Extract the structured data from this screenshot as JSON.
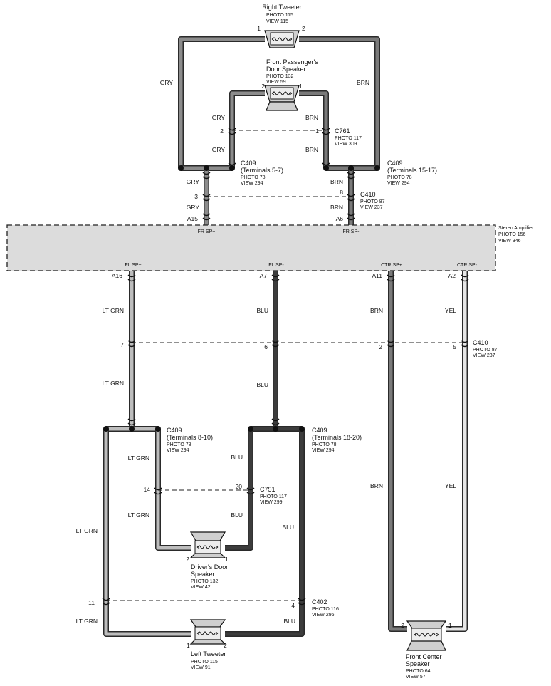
{
  "amplifier": {
    "name": "Stereo Amplifier",
    "photo": "PHOTO 156",
    "view": "VIEW 346",
    "terminals": {
      "fr_sp_plus": "FR SP+",
      "fr_sp_minus": "FR SP-",
      "fl_sp_plus": "FL SP+",
      "fl_sp_minus": "FL SP-",
      "ctr_sp_plus": "CTR SP+",
      "ctr_sp_minus": "CTR SP-"
    },
    "pins": {
      "a15": "A15",
      "a6": "A6",
      "a16": "A16",
      "a7": "A7",
      "a11": "A11",
      "a2": "A2"
    }
  },
  "speakers": {
    "right_tweeter": {
      "name": "Right Tweeter",
      "photo": "PHOTO 115",
      "view": "VIEW 115",
      "pin_left": "1",
      "pin_right": "2"
    },
    "front_passenger_door": {
      "name_line1": "Front Passenger's",
      "name_line2": "Door Speaker",
      "photo": "PHOTO 132",
      "view": "VIEW 59",
      "pin_left": "2",
      "pin_right": "1"
    },
    "drivers_door": {
      "name_line1": "Driver's Door",
      "name_line2": "Speaker",
      "photo": "PHOTO 132",
      "view": "VIEW 42",
      "pin_left": "2",
      "pin_right": "1"
    },
    "left_tweeter": {
      "name": "Left Tweeter",
      "photo": "PHOTO 115",
      "view": "VIEW 91",
      "pin_left": "1",
      "pin_right": "2"
    },
    "front_center": {
      "name_line1": "Front Center",
      "name_line2": "Speaker",
      "photo": "PHOTO 64",
      "view": "VIEW 57",
      "pin_left": "2",
      "pin_right": "1"
    }
  },
  "connectors": {
    "c761": {
      "name": "C761",
      "photo": "PHOTO 117",
      "view": "VIEW 309",
      "pin_left": "2",
      "pin_right": "1"
    },
    "c409_5_7": {
      "name": "C409",
      "terminals": "(Terminals 5-7)",
      "photo": "PHOTO 78",
      "view": "VIEW 294"
    },
    "c409_15_17": {
      "name": "C409",
      "terminals": "(Terminals 15-17)",
      "photo": "PHOTO 78",
      "view": "VIEW 294"
    },
    "c410_top": {
      "name": "C410",
      "photo": "PHOTO 87",
      "view": "VIEW 237",
      "pin_left": "3",
      "pin_right": "8"
    },
    "c410_bottom": {
      "name": "C410",
      "photo": "PHOTO 87",
      "view": "VIEW 237",
      "pins": [
        "7",
        "6",
        "2",
        "5"
      ]
    },
    "c409_8_10": {
      "name": "C409",
      "terminals": "(Terminals 8-10)",
      "photo": "PHOTO 78",
      "view": "VIEW 294"
    },
    "c409_18_20": {
      "name": "C409",
      "terminals": "(Terminals 18-20)",
      "photo": "PHOTO 78",
      "view": "VIEW 294"
    },
    "c751": {
      "name": "C751",
      "photo": "PHOTO 117",
      "view": "VIEW 299",
      "pin_left": "14",
      "pin_right": "20"
    },
    "c402": {
      "name": "C402",
      "photo": "PHOTO 116",
      "view": "VIEW 296",
      "pin_left": "11",
      "pin_right": "4"
    }
  },
  "wire_colors": {
    "gry": "GRY",
    "brn": "BRN",
    "lt_grn": "LT GRN",
    "blu": "BLU",
    "yel": "YEL"
  },
  "colors": {
    "amplifier_fill": "#dcdcdc",
    "wire_outline": "#2a2a2a",
    "wire_gry": "#8c8c8c",
    "wire_brn": "#7a7a7a",
    "wire_lt_grn": "#bdbdbd",
    "wire_blu": "#3c3c3c",
    "wire_yel": "#e6e6e6"
  }
}
